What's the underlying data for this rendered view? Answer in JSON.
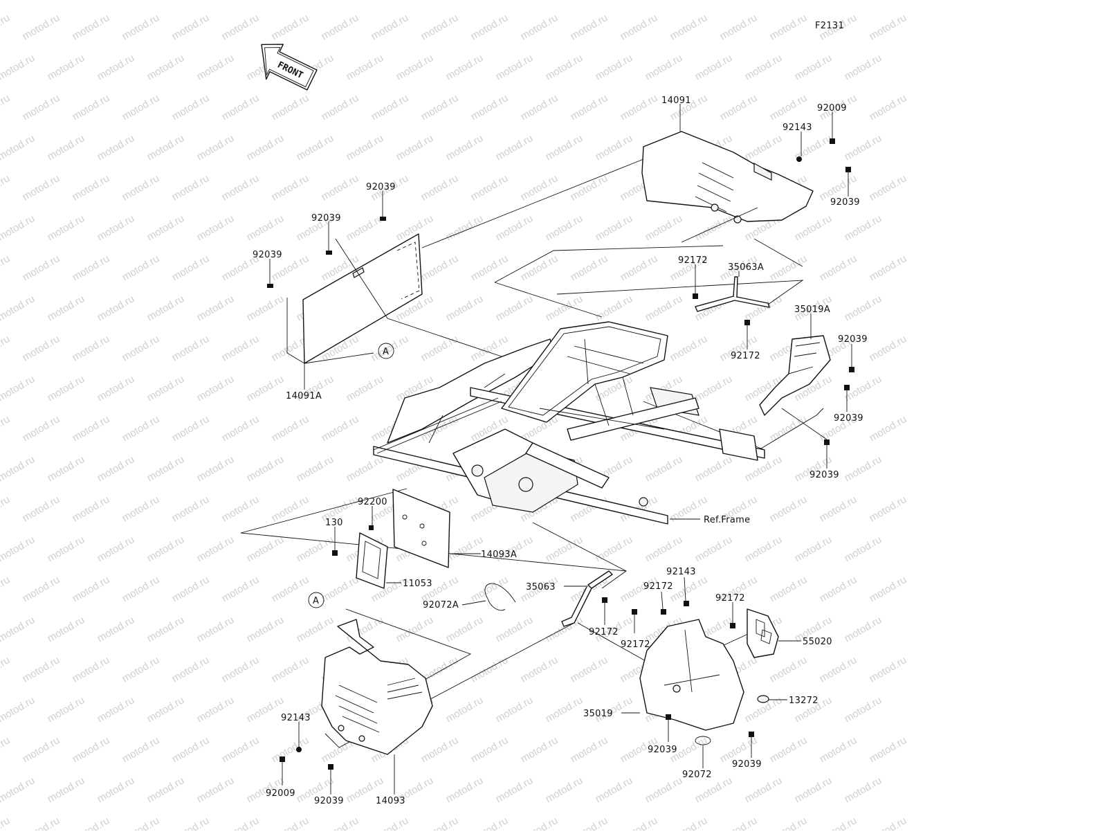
{
  "figure": {
    "code": "F2131",
    "front_badge": "FRONT",
    "ref_frame": "Ref.Frame",
    "callout_a": "A",
    "watermark": "motod.ru"
  },
  "parts": [
    {
      "id": "p14091",
      "label": "14091"
    },
    {
      "id": "p92009_top",
      "label": "92009"
    },
    {
      "id": "p92143_top",
      "label": "92143"
    },
    {
      "id": "p92039_topright",
      "label": "92039"
    },
    {
      "id": "p92039_a",
      "label": "92039"
    },
    {
      "id": "p92039_b",
      "label": "92039"
    },
    {
      "id": "p92039_c",
      "label": "92039"
    },
    {
      "id": "p14091A",
      "label": "14091A"
    },
    {
      "id": "p92172_a",
      "label": "92172"
    },
    {
      "id": "p35063A",
      "label": "35063A"
    },
    {
      "id": "p92172_b",
      "label": "92172"
    },
    {
      "id": "p35019A",
      "label": "35019A"
    },
    {
      "id": "p92039_r1",
      "label": "92039"
    },
    {
      "id": "p92039_r2",
      "label": "92039"
    },
    {
      "id": "p92039_r3",
      "label": "92039"
    },
    {
      "id": "p92200",
      "label": "92200"
    },
    {
      "id": "p130",
      "label": "130"
    },
    {
      "id": "p14093A",
      "label": "14093A"
    },
    {
      "id": "p11053",
      "label": "11053"
    },
    {
      "id": "p92072A",
      "label": "92072A"
    },
    {
      "id": "p35063",
      "label": "35063"
    },
    {
      "id": "p92143_mid",
      "label": "92143"
    },
    {
      "id": "p92172_c",
      "label": "92172"
    },
    {
      "id": "p92172_d",
      "label": "92172"
    },
    {
      "id": "p92172_e",
      "label": "92172"
    },
    {
      "id": "p92172_f",
      "label": "92172"
    },
    {
      "id": "p55020",
      "label": "55020"
    },
    {
      "id": "p13272",
      "label": "13272"
    },
    {
      "id": "p35019",
      "label": "35019"
    },
    {
      "id": "p92039_bl",
      "label": "92039"
    },
    {
      "id": "p92072",
      "label": "92072"
    },
    {
      "id": "p92039_br",
      "label": "92039"
    },
    {
      "id": "p92143_bot",
      "label": "92143"
    },
    {
      "id": "p92009_bot",
      "label": "92009"
    },
    {
      "id": "p92039_bot",
      "label": "92039"
    },
    {
      "id": "p14093",
      "label": "14093"
    }
  ]
}
